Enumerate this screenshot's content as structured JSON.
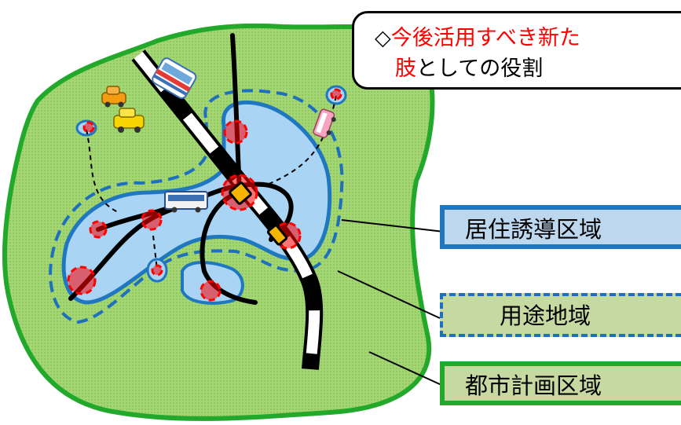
{
  "callout": {
    "line1_prefix": "◇",
    "line1_red": "今後活用すべき新た",
    "line2_red": "肢",
    "line2_black": "としての役割"
  },
  "labels": {
    "residential_area": "居住誘導区域",
    "use_district": "用途地域",
    "city_planning_area": "都市計画区域"
  },
  "colors": {
    "city_green_border": "#22a82a",
    "city_green_fill": "#9ed46a",
    "zone_blue": "#1f77c0",
    "zone_fill": "#a9d4f3",
    "accent_red": "#ff0000",
    "label_fill_green": "#c6d9a0",
    "label_fill_blue": "#bcd7ee"
  },
  "icons": [
    "car-icon",
    "taxi-icon",
    "train-icon",
    "bus-icon",
    "minibus-icon",
    "station-icon"
  ]
}
